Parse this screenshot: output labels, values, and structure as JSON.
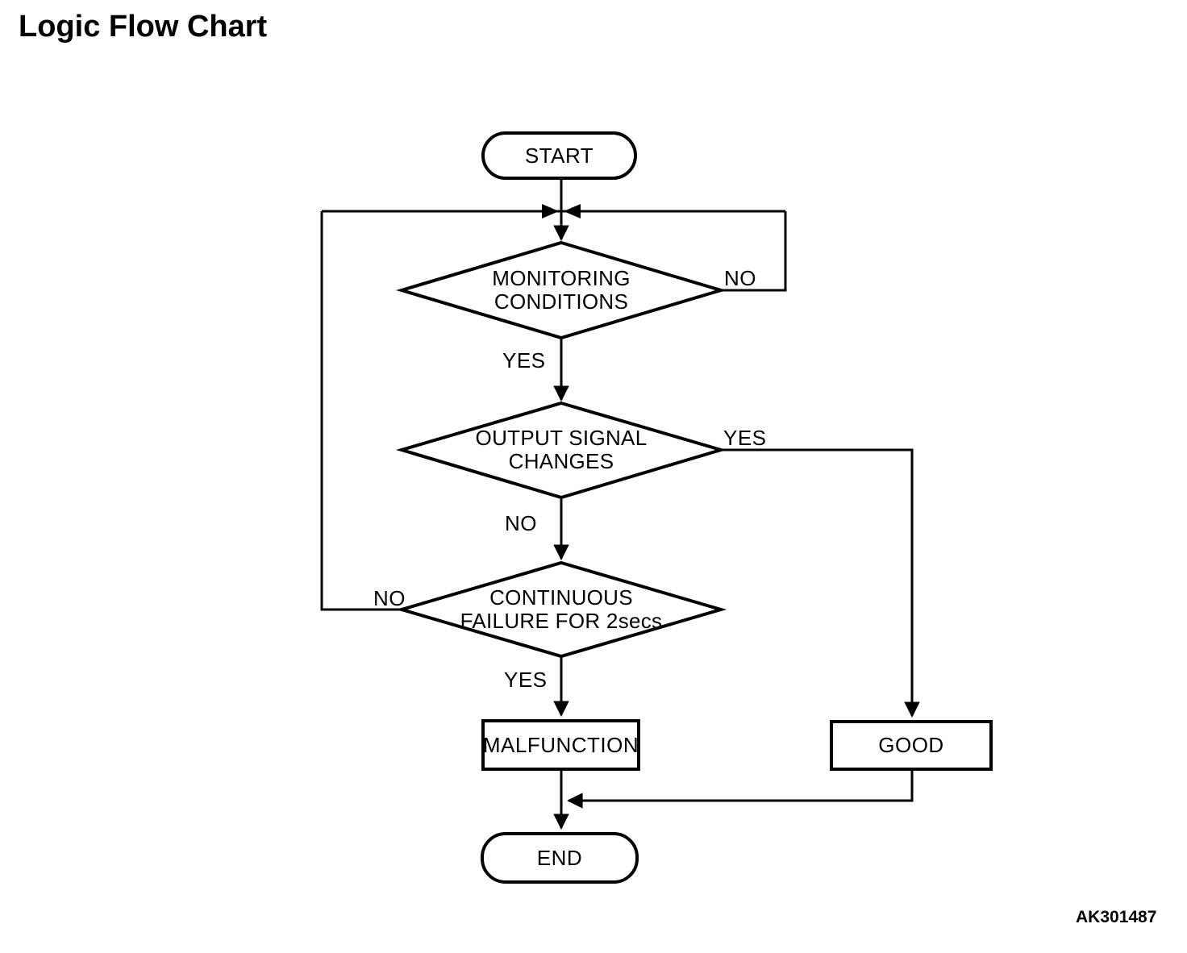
{
  "title": "Logic Flow Chart",
  "figure_code": "AK301487",
  "colors": {
    "line": "#000000",
    "text": "#000000",
    "background": "#ffffff"
  },
  "diagram": {
    "type": "flowchart",
    "nodes": {
      "start": {
        "shape": "terminator",
        "label": "START"
      },
      "monitoring": {
        "shape": "decision",
        "line1": "MONITORING",
        "line2": "CONDITIONS"
      },
      "output": {
        "shape": "decision",
        "line1": "OUTPUT SIGNAL",
        "line2": "CHANGES"
      },
      "continuous": {
        "shape": "decision",
        "line1": "CONTINUOUS",
        "line2": "FAILURE FOR 2secs"
      },
      "malfunction": {
        "shape": "process",
        "label": "MALFUNCTION"
      },
      "good": {
        "shape": "process",
        "label": "GOOD"
      },
      "end": {
        "shape": "terminator",
        "label": "END"
      }
    },
    "edge_labels": {
      "monitoring_no": "NO",
      "monitoring_yes": "YES",
      "output_yes": "YES",
      "output_no": "NO",
      "continuous_no": "NO",
      "continuous_yes": "YES"
    },
    "edges": [
      {
        "from": "start",
        "to": "monitoring",
        "label": ""
      },
      {
        "from": "monitoring",
        "to": "monitoring",
        "label": "NO",
        "note": "loops back above monitoring via right side"
      },
      {
        "from": "monitoring",
        "to": "output",
        "label": "YES"
      },
      {
        "from": "output",
        "to": "good",
        "label": "YES"
      },
      {
        "from": "output",
        "to": "continuous",
        "label": "NO"
      },
      {
        "from": "continuous",
        "to": "monitoring",
        "label": "NO",
        "note": "loops back above monitoring via left side"
      },
      {
        "from": "continuous",
        "to": "malfunction",
        "label": "YES"
      },
      {
        "from": "malfunction",
        "to": "end",
        "label": ""
      },
      {
        "from": "good",
        "to": "end",
        "label": ""
      }
    ]
  }
}
